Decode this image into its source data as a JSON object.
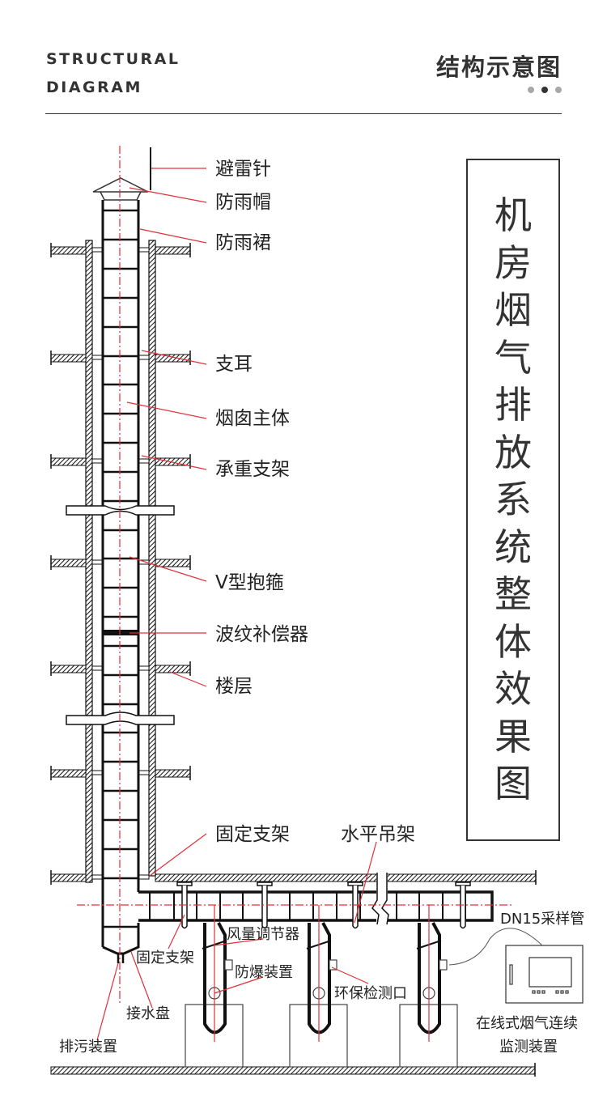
{
  "header": {
    "title_en_line1": "STRUCTURAL",
    "title_en_line2": "DIAGRAM",
    "title_cn": "结构示意图",
    "pager_dots": [
      false,
      true,
      false
    ]
  },
  "diagram": {
    "title_vertical": [
      "机",
      "房",
      "烟",
      "气",
      "排",
      "放",
      "系",
      "统",
      "整",
      "体",
      "效",
      "果",
      "图"
    ],
    "labels": {
      "lightning_rod": "避雷针",
      "rain_cap": "防雨帽",
      "rain_skirt": "防雨裙",
      "support_ear": "支耳",
      "chimney_body": "烟囱主体",
      "load_bracket": "承重支架",
      "v_clamp": "V型抱箍",
      "bellows_compensator": "波纹补偿器",
      "floor": "楼层",
      "fixed_bracket_top": "固定支架",
      "horizontal_hanger": "水平吊架",
      "sampling_pipe": "DN15采样管",
      "air_damper": "风量调节器",
      "fixed_bracket_bottom": "固定支架",
      "explosion_proof": "防爆装置",
      "env_test_port": "环保检测口",
      "drip_tray": "接水盘",
      "drain_device": "排污装置",
      "monitor_line1": "在线式烟气连续",
      "monitor_line2": "监测装置"
    },
    "colors": {
      "line": "#111111",
      "leader": "#e0303a",
      "centerline": "#e0303a",
      "text": "#222222"
    }
  }
}
